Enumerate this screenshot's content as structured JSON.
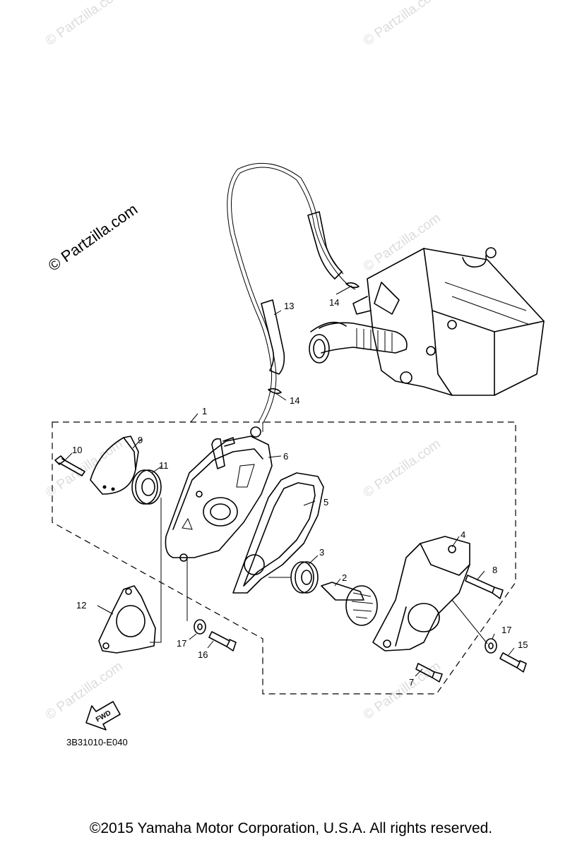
{
  "watermark": {
    "main": "© Partzilla.com",
    "faint": "© Partzilla.com"
  },
  "callouts": {
    "c1": "1",
    "c2": "2",
    "c3": "3",
    "c4": "4",
    "c5": "5",
    "c6": "6",
    "c7": "7",
    "c8": "8",
    "c9": "9",
    "c10": "10",
    "c11": "11",
    "c12": "12",
    "c13": "13",
    "c14a": "14",
    "c14b": "14",
    "c15": "15",
    "c16": "16",
    "c17a": "17",
    "c17b": "17"
  },
  "fwd_label": "FWD",
  "diagram_code": "3B31010-E040",
  "copyright": "©2015  Yamaha Motor Corporation, U.S.A. All rights reserved.",
  "colors": {
    "line": "#000000",
    "watermark": "#dcdcdc",
    "background": "#ffffff"
  }
}
